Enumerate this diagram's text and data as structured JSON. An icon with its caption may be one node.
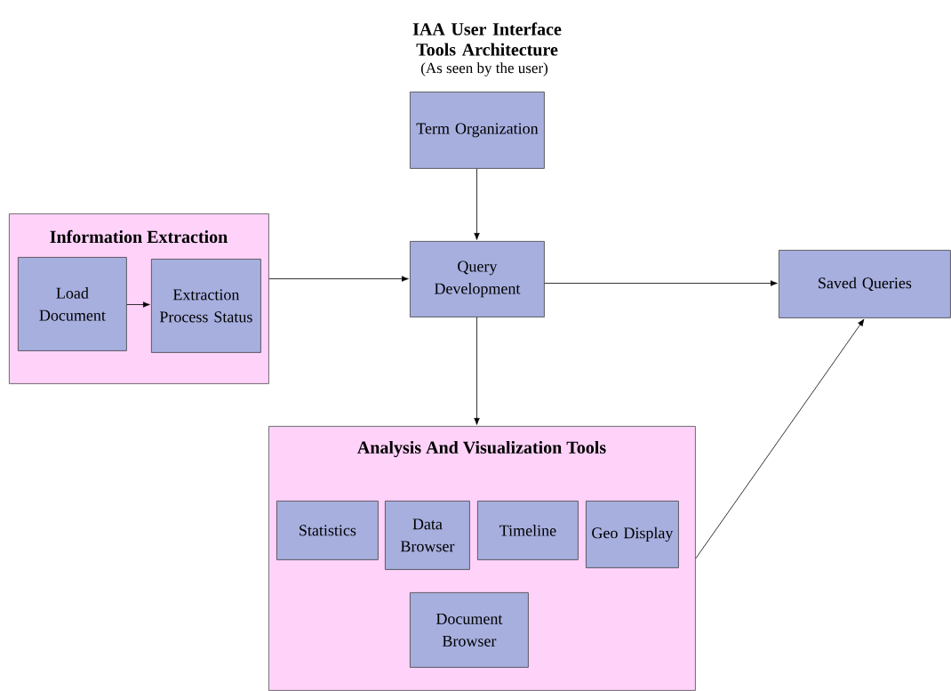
{
  "diagram": {
    "title": "IAA User Interface Tools Architecture",
    "nodes": [
      {
        "text": [
          "Term Organization"
        ]
      },
      {
        "text": [
          "Information Extraction"
        ]
      },
      {
        "text": [
          "Load Document"
        ],
        "in": 1
      },
      {
        "text": [
          "Extraction Process Status"
        ],
        "in": 1
      },
      {
        "text": [
          "Query Development"
        ]
      },
      {
        "text": [
          "Saved Queries"
        ]
      },
      {
        "text": [
          "Analysis And Visualization Tools"
        ]
      },
      {
        "text": [
          "Statistics"
        ],
        "in": 6
      },
      {
        "text": [
          "Data Browser"
        ],
        "in": 6
      },
      {
        "text": [
          "Timeline"
        ],
        "in": 6
      },
      {
        "text": [
          "Geo Display"
        ],
        "in": 6
      },
      {
        "text": [
          "Document Browser"
        ],
        "in": 6
      }
    ],
    "edges": [
      {
        "from": 0,
        "to": 4,
        "arrow": "to"
      },
      {
        "from": 2,
        "to": 3,
        "arrow": "to"
      },
      {
        "from": 1,
        "to": 4,
        "arrow": "to"
      },
      {
        "from": 4,
        "to": 5,
        "arrow": "to"
      },
      {
        "from": 4,
        "to": 6,
        "arrow": "to"
      },
      {
        "from": 6,
        "to": 5,
        "arrow": "to"
      }
    ],
    "labels": [
      "(As seen by the user)"
    ]
  }
}
